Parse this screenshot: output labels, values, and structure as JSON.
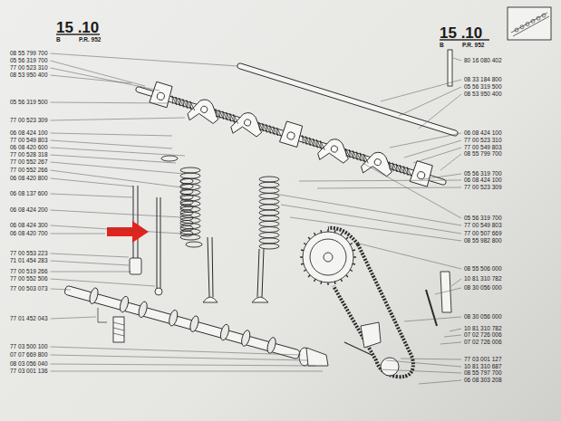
{
  "diagram": {
    "title": "15 .10",
    "labels": [
      "15 .10",
      "B",
      "P.R. 952",
      "B",
      "P.R. 952",
      "08 55 799 700",
      "05 56 319 700",
      "77 00 523 310",
      "08 53 950 400",
      "05 56 319 500",
      "77 00 523 309",
      "06 08 424 100",
      "77 00 549 803",
      "06 08 420 600",
      "77 00 528 318",
      "77 00 552 267",
      "77 00 552 266",
      "06 08 420 800",
      "06 08 137 600",
      "06 08 424 200",
      "06 08 424 300",
      "06 08 420 700",
      "77 00 553 223",
      "71 01 454 283",
      "77 00 519 266",
      "77 00 552 506",
      "77 00 503 073",
      "77 01 452 043",
      "77 03 500 100",
      "07 07 669 800",
      "08 03 056 040",
      "77 03 001 136",
      "80 16 080 402",
      "08 33 184 800",
      "05 56 319 500",
      "08 53 950 400",
      "06 08 424 100",
      "77 00 523 310",
      "77 00 549 803",
      "08 55 799 700",
      "05 56 319 700",
      "06 08 424 100",
      "77 00 523 309",
      "05 56 319 700",
      "77 00 549 803",
      "77 00 507 669",
      "08 55 982 800",
      "08 55 506 000",
      "10 81 310 782",
      "08 30 056 000",
      "08 30 056 000",
      "10 81 310 782",
      "07 02 726 006",
      "07 02 726 006",
      "77 03 001 127",
      "10 81 310 687",
      "08 55 797 700",
      "06 08 303 208"
    ]
  }
}
